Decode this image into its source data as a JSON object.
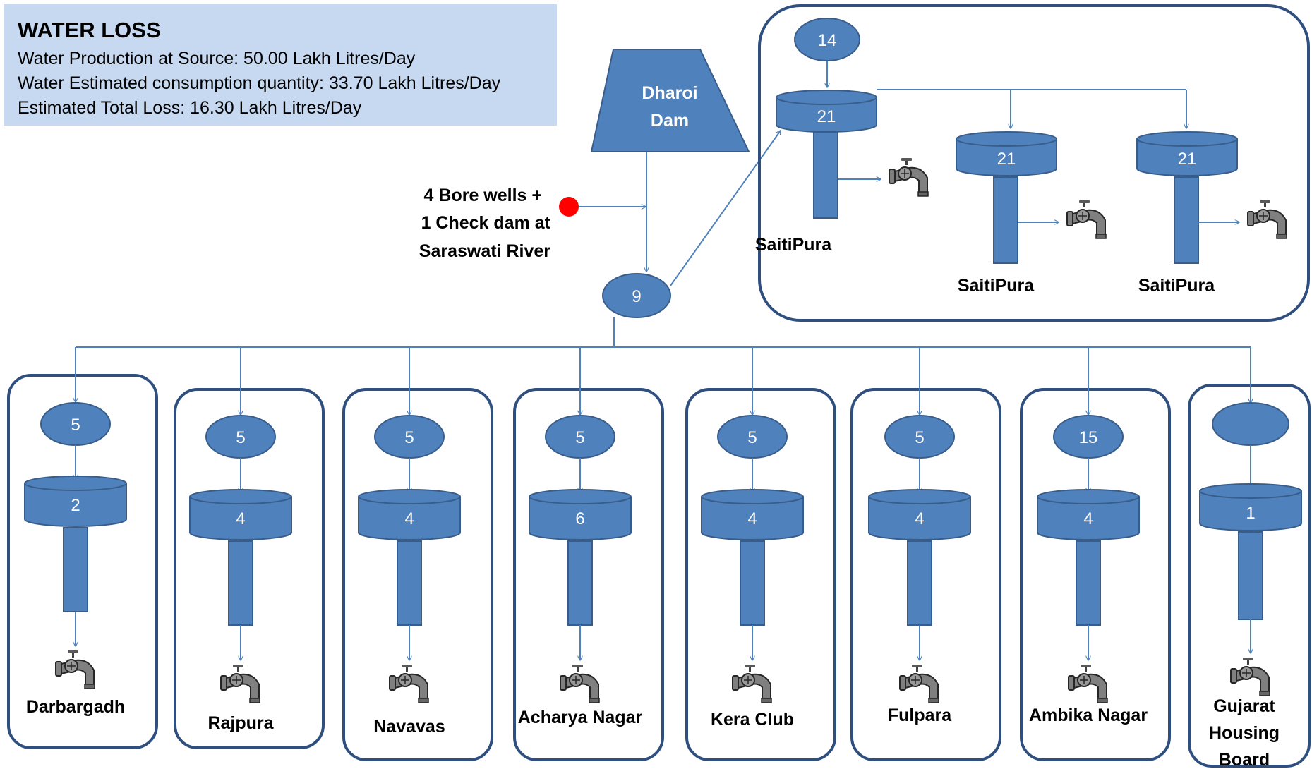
{
  "info": {
    "title": "WATER LOSS",
    "lines": [
      "Water Production at Source: 50.00 Lakh Litres/Day",
      "Water Estimated consumption quantity: 33.70 Lakh Litres/Day",
      "Estimated Total Loss: 16.30 Lakh Litres/Day"
    ]
  },
  "source": {
    "dam_line1": "Dharoi",
    "dam_line2": "Dam",
    "bore_lines": [
      "4 Bore wells +",
      "1 Check dam at",
      "Saraswati River"
    ]
  },
  "hub": {
    "label": "9"
  },
  "saitipura_group": {
    "inlet": "14",
    "tanks": [
      {
        "tank": "21",
        "name": "SaitiPura"
      },
      {
        "tank": "21",
        "name": "SaitiPura"
      },
      {
        "tank": "21",
        "name": "SaitiPura"
      }
    ]
  },
  "zones": [
    {
      "node": "5",
      "tank": "2",
      "name_lines": [
        "Darbargadh"
      ]
    },
    {
      "node": "5",
      "tank": "4",
      "name_lines": [
        "Rajpura"
      ]
    },
    {
      "node": "5",
      "tank": "4",
      "name_lines": [
        "Navavas"
      ]
    },
    {
      "node": "5",
      "tank": "6",
      "name_lines": [
        "Acharya Nagar"
      ]
    },
    {
      "node": "5",
      "tank": "4",
      "name_lines": [
        "Kera Club"
      ]
    },
    {
      "node": "5",
      "tank": "4",
      "name_lines": [
        "Fulpara"
      ]
    },
    {
      "node": "15",
      "tank": "4",
      "name_lines": [
        "Ambika Nagar"
      ]
    },
    {
      "node": "",
      "tank": "1",
      "name_lines": [
        "Gujarat",
        "Housing",
        "Board"
      ]
    }
  ],
  "colors": {
    "shape_fill": "#4f81bd",
    "shape_stroke": "#385d8a",
    "box_stroke": "#2f4f7f",
    "arrow": "#4f81bd",
    "info_bg": "#c6d9f1",
    "source_dot": "#ff0000",
    "tap": "#7f7f7f"
  },
  "icons": {
    "tap": "water-tap-icon",
    "dot": "source-dot-icon"
  }
}
